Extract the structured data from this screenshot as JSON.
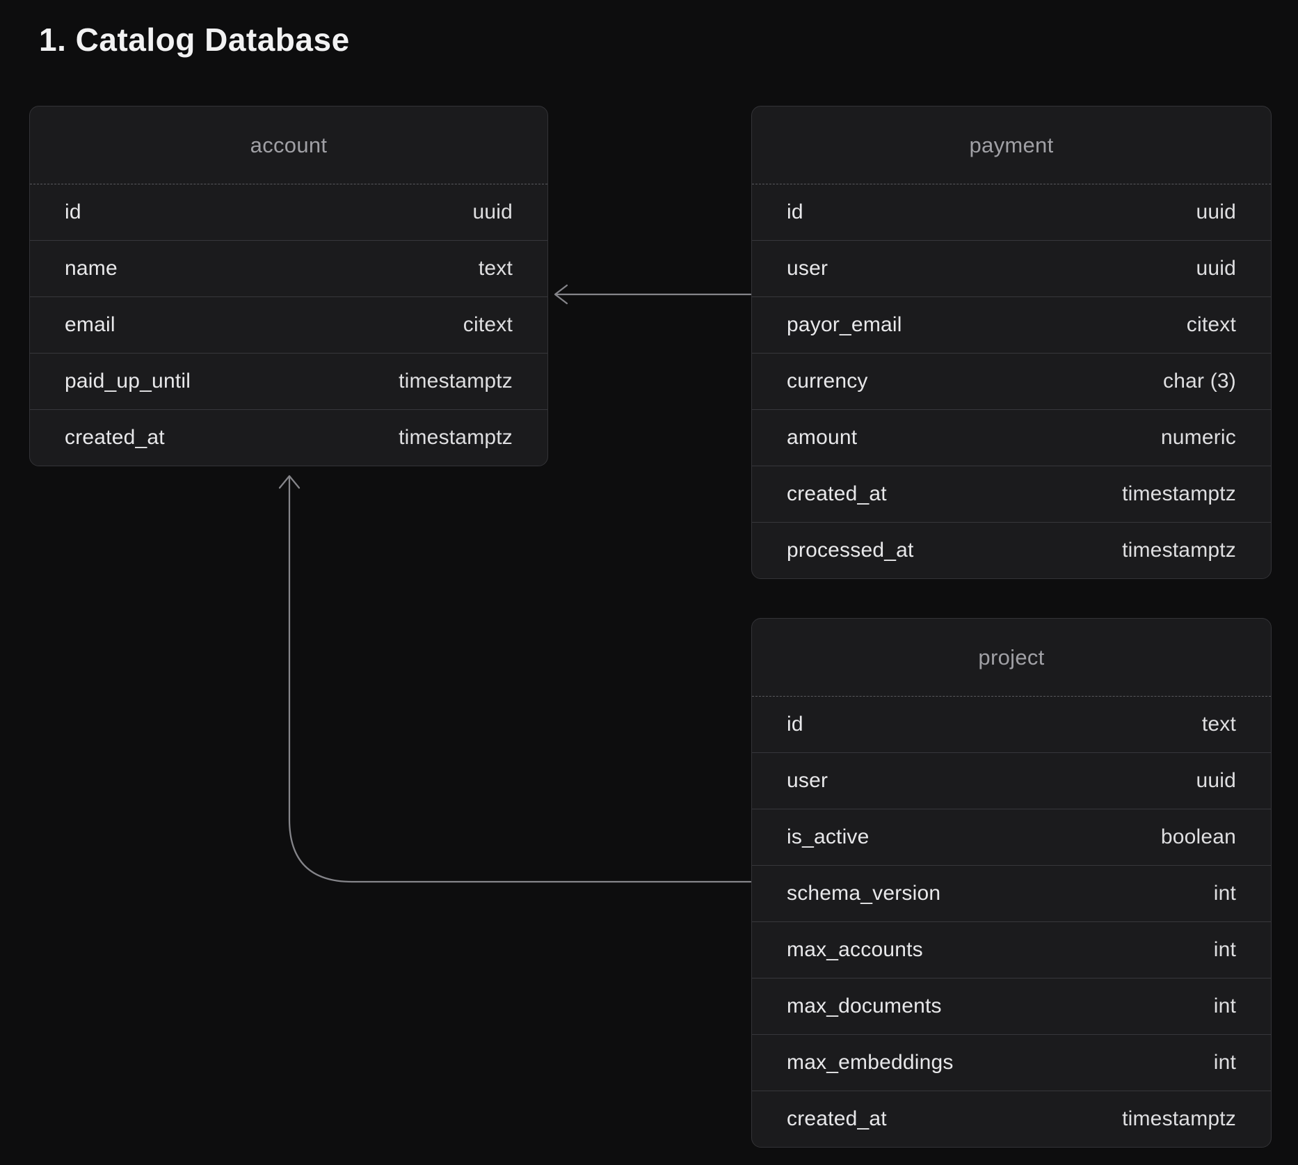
{
  "title": "1. Catalog Database",
  "diagram": {
    "tables": [
      {
        "name": "account",
        "fields": [
          {
            "name": "id",
            "type": "uuid"
          },
          {
            "name": "name",
            "type": "text"
          },
          {
            "name": "email",
            "type": "citext"
          },
          {
            "name": "paid_up_until",
            "type": "timestamptz"
          },
          {
            "name": "created_at",
            "type": "timestamptz"
          }
        ]
      },
      {
        "name": "payment",
        "fields": [
          {
            "name": "id",
            "type": "uuid"
          },
          {
            "name": "user",
            "type": "uuid"
          },
          {
            "name": "payor_email",
            "type": "citext"
          },
          {
            "name": "currency",
            "type": "char (3)"
          },
          {
            "name": "amount",
            "type": "numeric"
          },
          {
            "name": "created_at",
            "type": "timestamptz"
          },
          {
            "name": "processed_at",
            "type": "timestamptz"
          }
        ]
      },
      {
        "name": "project",
        "fields": [
          {
            "name": "id",
            "type": "text"
          },
          {
            "name": "user",
            "type": "uuid"
          },
          {
            "name": "is_active",
            "type": "boolean"
          },
          {
            "name": "schema_version",
            "type": "int"
          },
          {
            "name": "max_accounts",
            "type": "int"
          },
          {
            "name": "max_documents",
            "type": "int"
          },
          {
            "name": "max_embeddings",
            "type": "int"
          },
          {
            "name": "created_at",
            "type": "timestamptz"
          }
        ]
      }
    ],
    "relations": [
      {
        "from": "payment",
        "to": "account",
        "shape": "straight-arrow-left"
      },
      {
        "from": "project",
        "to": "account",
        "shape": "elbow-arrow-up"
      }
    ]
  },
  "colors": {
    "page_bg": "#0d0d0e",
    "card_bg": "#1b1b1d",
    "card_border": "#333337",
    "row_divider": "#37373b",
    "header_divider": "#5a5a5e",
    "header_text": "#a0a0a5",
    "field_text": "#e8e8ea",
    "type_text": "#dfdfe1",
    "title_text": "#f2f2f3",
    "connector": "#85858a"
  }
}
